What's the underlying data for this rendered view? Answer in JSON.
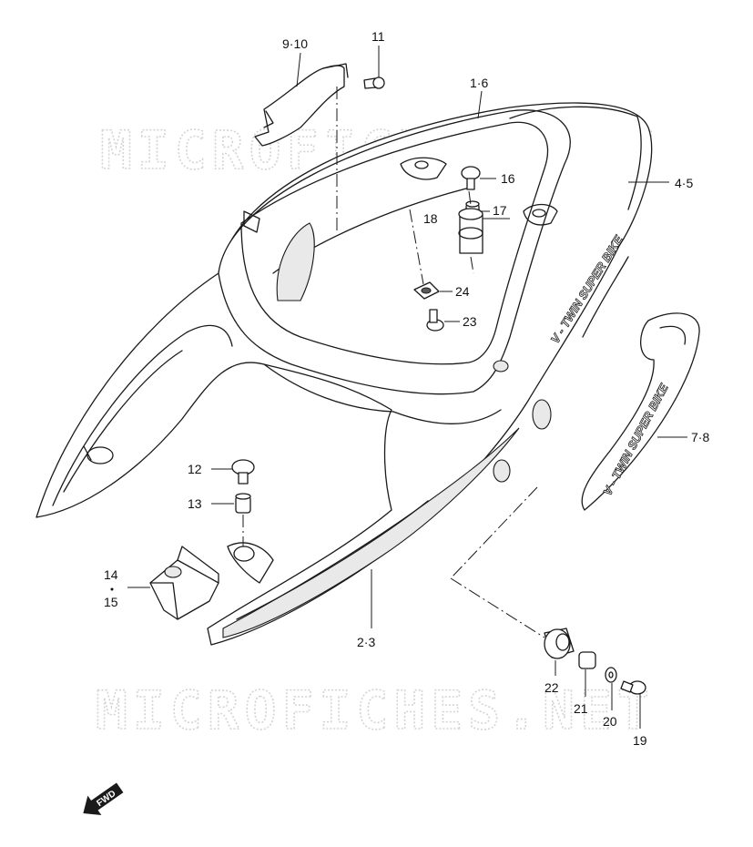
{
  "watermark": {
    "text": "MICROFICHES.NET"
  },
  "decal": {
    "text": "V - TWIN SUPER BIKE"
  },
  "fwd_arrow": {
    "text": "FWD"
  },
  "callouts": [
    "9·10",
    "11",
    "1·6",
    "16",
    "4·5",
    "17",
    "18",
    "24",
    "23",
    "7·8",
    "12",
    "13",
    "14",
    "15",
    "2·3",
    "22",
    "21",
    "20",
    "19"
  ]
}
